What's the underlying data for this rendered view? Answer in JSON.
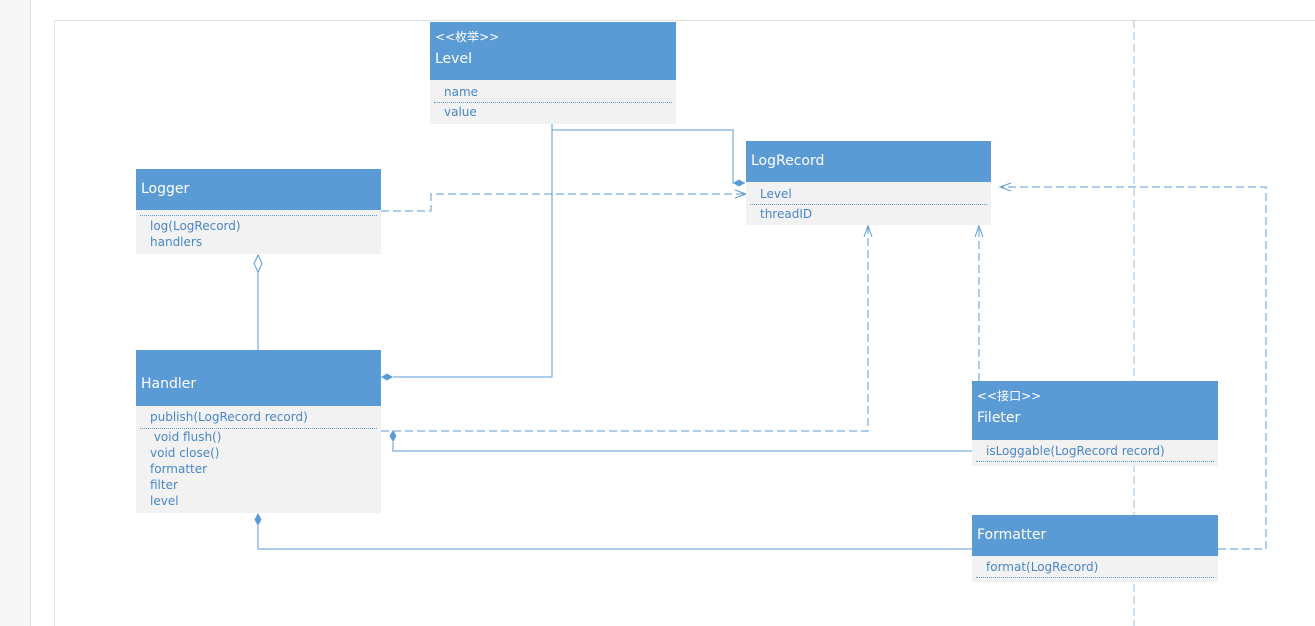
{
  "classes": {
    "level": {
      "stereotype": "<<枚举>>",
      "name": "Level",
      "members": [
        "name",
        "value"
      ]
    },
    "logrecord": {
      "name": "LogRecord",
      "members": [
        "Level",
        "threadID"
      ]
    },
    "logger": {
      "name": "Logger",
      "members": [
        "log(LogRecord)",
        "handlers"
      ]
    },
    "handler": {
      "name": "Handler",
      "members": [
        "publish(LogRecord record)",
        " void flush()",
        "void close()",
        "formatter",
        "filter",
        "level"
      ]
    },
    "fileter": {
      "stereotype": "<<接口>>",
      "name": "Fileter",
      "members": [
        "isLoggable(LogRecord record)"
      ]
    },
    "formatter": {
      "name": "Formatter",
      "members": [
        "format(LogRecord)"
      ]
    }
  },
  "colors": {
    "header": "#5b9bd5",
    "body": "#f2f2f2",
    "member_text": "#4a86c5",
    "line": "#5b9bd5"
  }
}
